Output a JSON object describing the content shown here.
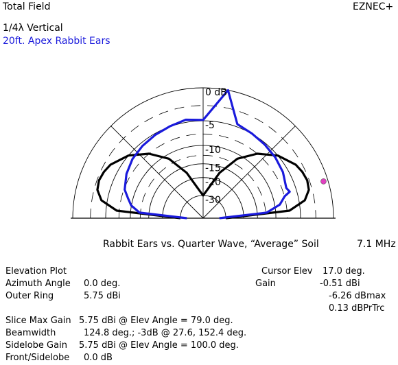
{
  "header": {
    "title": "Total Field",
    "app_name": "EZNEC+",
    "legend": [
      {
        "label": "1/4λ Vertical",
        "color": "#000000"
      },
      {
        "label": "20ft. Apex Rabbit Ears",
        "color": "#1a1adc"
      }
    ]
  },
  "chart_data": {
    "type": "polar-elevation",
    "ring_labels": [
      "0 dB",
      "-5",
      "-10",
      "-15",
      "-20",
      "-30"
    ],
    "ring_db": [
      0,
      -5,
      -10,
      -15,
      -20,
      -30
    ],
    "angle_range_deg": [
      0,
      180
    ],
    "series": [
      {
        "name": "20ft. Apex Rabbit Ears",
        "color": "#1a1adc",
        "points": [
          [
            0,
            -30
          ],
          [
            5,
            -6.5
          ],
          [
            10,
            -3.1
          ],
          [
            15,
            -1.7
          ],
          [
            17,
            -0.51
          ],
          [
            20,
            -0.9
          ],
          [
            30,
            -0.2
          ],
          [
            40,
            0.2
          ],
          [
            50,
            0.5
          ],
          [
            60,
            0.8
          ],
          [
            70,
            1.2
          ],
          [
            79,
            5.75
          ],
          [
            90,
            0.9
          ],
          [
            100,
            1.2
          ],
          [
            110,
            0.8
          ],
          [
            120,
            0.5
          ],
          [
            130,
            0.2
          ],
          [
            140,
            -0.2
          ],
          [
            150,
            -0.9
          ],
          [
            160,
            -1.9
          ],
          [
            165,
            -3.1
          ],
          [
            170,
            -4.2
          ],
          [
            175,
            -6.5
          ],
          [
            180,
            -30
          ]
        ]
      },
      {
        "name": "1/4λ Vertical",
        "color": "#000000",
        "points": [
          [
            0,
            -30
          ],
          [
            5,
            -7
          ],
          [
            10,
            -4
          ],
          [
            15,
            -3
          ],
          [
            20,
            -2.8
          ],
          [
            25,
            -3
          ],
          [
            30,
            -3.4
          ],
          [
            40,
            -5
          ],
          [
            50,
            -7.5
          ],
          [
            60,
            -11
          ],
          [
            70,
            -17
          ],
          [
            80,
            -25
          ],
          [
            90,
            -30
          ],
          [
            100,
            -25
          ],
          [
            110,
            -17
          ],
          [
            120,
            -11
          ],
          [
            130,
            -7.5
          ],
          [
            140,
            -5
          ],
          [
            150,
            -3.4
          ],
          [
            155,
            -3
          ],
          [
            160,
            -2.8
          ],
          [
            165,
            -3
          ],
          [
            170,
            -4
          ],
          [
            175,
            -7
          ],
          [
            180,
            -30
          ]
        ]
      }
    ],
    "cursor_elev_deg": 17.0,
    "cursor_color": "#e040c0"
  },
  "caption": {
    "title": "Rabbit Ears vs. Quarter Wave, “Average” Soil",
    "frequency": "7.1 MHz"
  },
  "info": {
    "plot_type": "Elevation Plot",
    "azimuth_label": "Azimuth Angle",
    "azimuth_value": "0.0 deg.",
    "outer_ring_label": "Outer Ring",
    "outer_ring_value": "5.75 dBi",
    "slice_max_label": "Slice Max Gain",
    "slice_max_value": "5.75 dBi @ Elev Angle = 79.0 deg.",
    "beamwidth_label": "Beamwidth",
    "beamwidth_value": "124.8 deg.; -3dB @ 27.6, 152.4 deg.",
    "sidelobe_label": "Sidelobe Gain",
    "sidelobe_value": "5.75 dBi @ Elev Angle = 100.0 deg.",
    "front_side_label": "Front/Sidelobe",
    "front_side_value": "0.0 dB"
  },
  "cursor": {
    "elev_label": "Cursor Elev",
    "elev_value": "17.0 deg.",
    "gain_label": "Gain",
    "gain_value": "-0.51 dBi",
    "dbmax_value": "-6.26 dBmax",
    "dbprtrc_value": "0.13 dBPrTrc"
  }
}
